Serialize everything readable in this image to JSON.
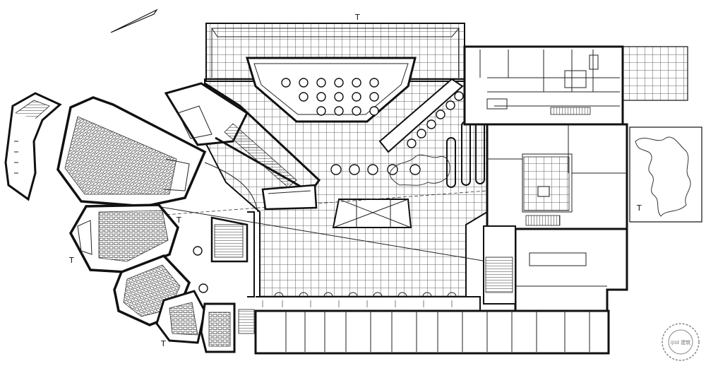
{
  "drawing": {
    "section_marks": [
      "T",
      "T",
      "T",
      "T",
      "T"
    ]
  },
  "watermark": {
    "text": "ijiid 建筑"
  }
}
